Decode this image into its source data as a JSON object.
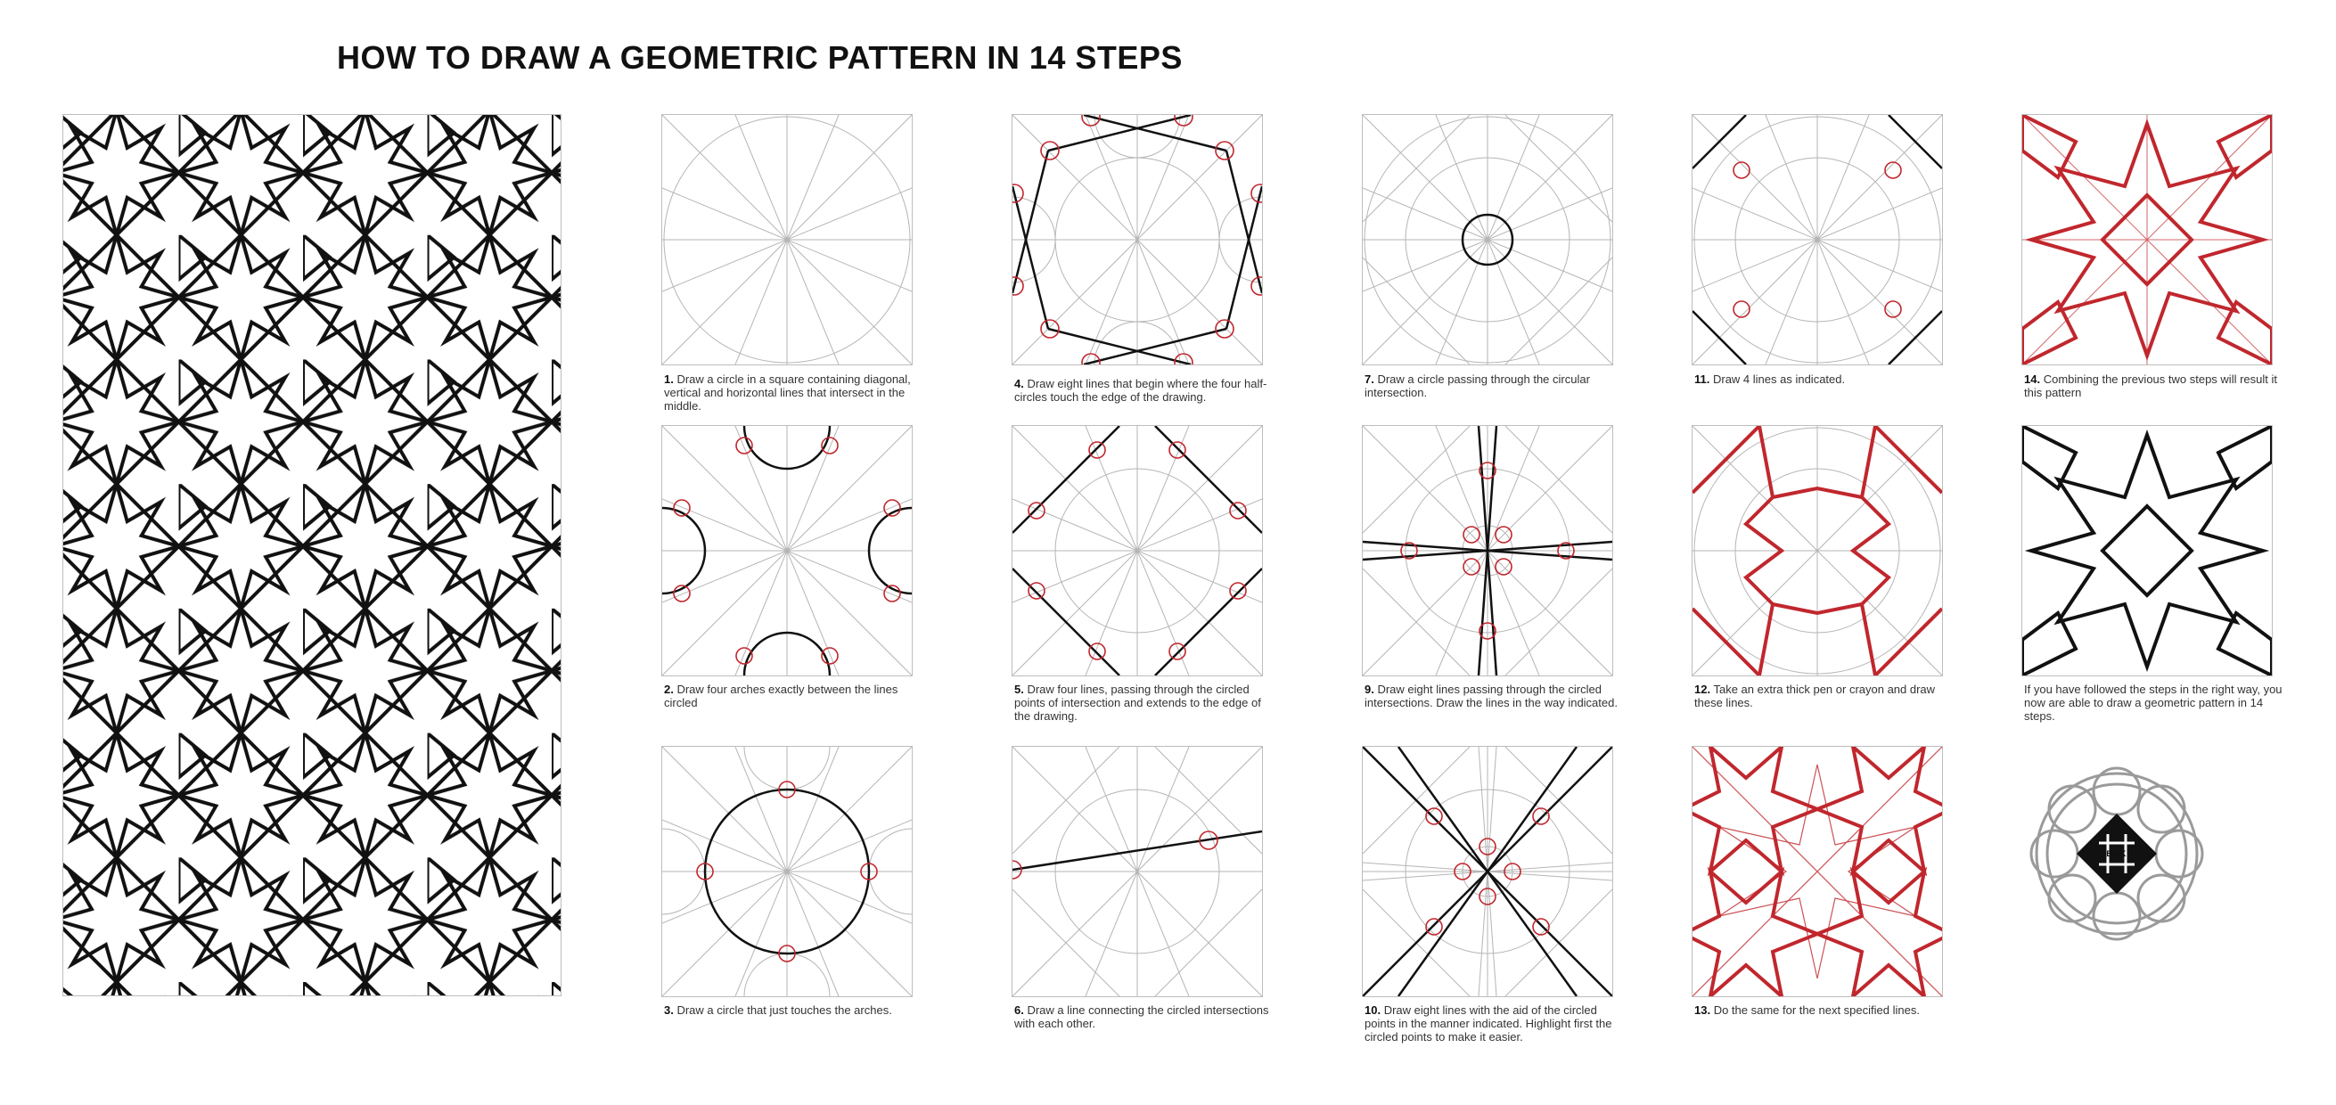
{
  "title": "HOW TO DRAW A GEOMETRIC PATTERN IN 14 STEPS",
  "steps": [
    {
      "n": "1.",
      "text": "Draw a circle in a square containing diagonal, vertical and horizontal lines that intersect in the middle."
    },
    {
      "n": "2.",
      "text": "Draw four arches exactly between the lines circled"
    },
    {
      "n": "3.",
      "text": "Draw a circle that just touches the arches."
    },
    {
      "n": "4.",
      "text": "Draw eight lines that begin where the four half-circles touch the edge of the drawing."
    },
    {
      "n": "5.",
      "text": "Draw four lines, passing through the circled points of intersection and extends to the edge of the drawing."
    },
    {
      "n": "6.",
      "text": "Draw a line connecting the circled intersections with each other."
    },
    {
      "n": "7.",
      "text": "Draw a circle passing through the circular intersection."
    },
    {
      "n": "9.",
      "text": "Draw eight lines passing through the circled intersections. Draw the lines in the way indicated."
    },
    {
      "n": "10.",
      "text": "Draw eight lines with the aid of the circled points in the manner indicated. Highlight first the circled points to make it easier."
    },
    {
      "n": "11.",
      "text": "Draw 4 lines as indicated."
    },
    {
      "n": "12.",
      "text": "Take an extra thick pen or crayon and draw these lines."
    },
    {
      "n": "13.",
      "text": "Do the same for the next specified lines."
    },
    {
      "n": "14.",
      "text": "Combining the previous two steps will result it this pattern"
    }
  ],
  "final_note": "If you have followed  the steps in the right way, you now  are able to draw a geometric pattern in 14 steps.",
  "logo_text": "ARABINK ART",
  "colors": {
    "guide": "#b5b5b5",
    "ink": "#111111",
    "accent": "#c0272d"
  }
}
